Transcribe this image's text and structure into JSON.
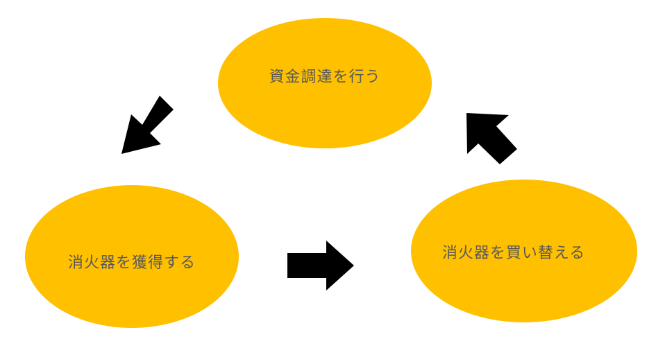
{
  "diagram": {
    "node_color": "#FFC000",
    "arrow_color": "#000000",
    "label_color": "#595959",
    "nodes": {
      "fundraising": {
        "label": "資金調達を行う"
      },
      "acquire": {
        "label": "消火器を獲得する"
      },
      "replace": {
        "label": "消火器を買い替える"
      }
    },
    "edges": [
      {
        "from": "fundraising",
        "to": "acquire"
      },
      {
        "from": "acquire",
        "to": "replace"
      },
      {
        "from": "replace",
        "to": "fundraising"
      }
    ]
  }
}
